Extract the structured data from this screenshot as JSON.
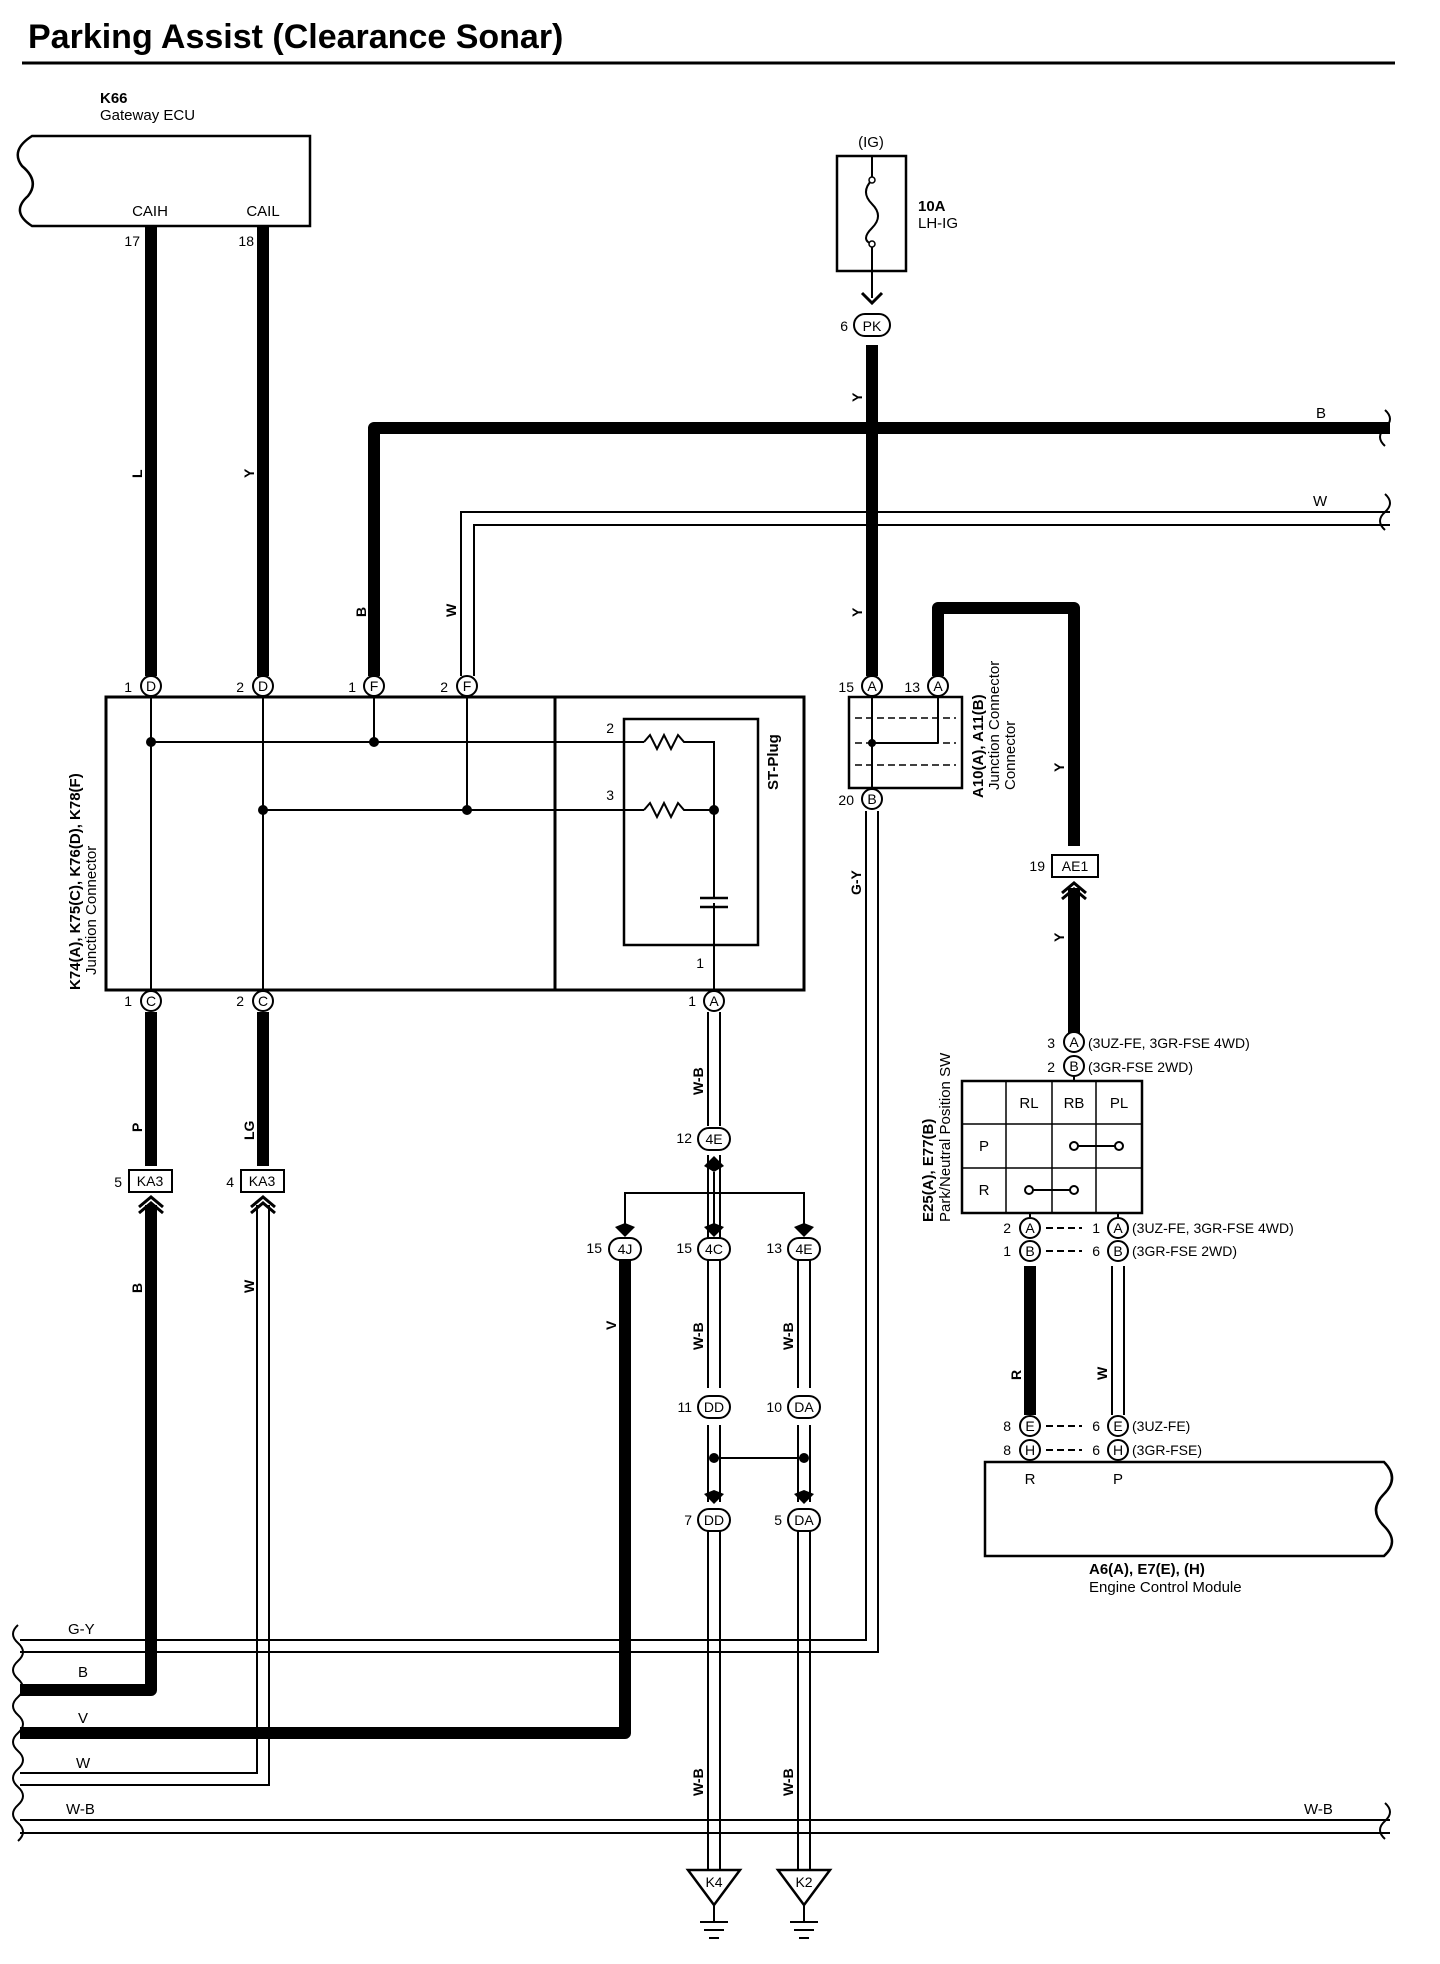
{
  "title": "Parking Assist (Clearance Sonar)",
  "gateway": {
    "code": "K66",
    "name": "Gateway ECU",
    "pin_caih": "CAIH",
    "pin_cail": "CAIL",
    "num_caih": "17",
    "num_cail": "18"
  },
  "fuse": {
    "label_ig": "(IG)",
    "rating": "10A",
    "name": "LH-IG",
    "pin_num": "6",
    "conn": "PK"
  },
  "junction_k": {
    "code": "K74(A), K75(C), K76(D), K78(F)",
    "name": "Junction Connector",
    "st_plug": "ST-Plug",
    "top_pins": [
      {
        "num": "1",
        "letter": "D"
      },
      {
        "num": "2",
        "letter": "D"
      },
      {
        "num": "1",
        "letter": "F"
      },
      {
        "num": "2",
        "letter": "F"
      }
    ],
    "bottom_pins": [
      {
        "num": "1",
        "letter": "C"
      },
      {
        "num": "2",
        "letter": "C"
      },
      {
        "num": "1",
        "letter": "A"
      }
    ],
    "inner_pins": [
      "2",
      "3",
      "1"
    ]
  },
  "junction_a": {
    "code": "A10(A), A11(B)",
    "name": "Junction Connector",
    "pins": [
      {
        "num": "15",
        "letter": "A"
      },
      {
        "num": "13",
        "letter": "A"
      },
      {
        "num": "20",
        "letter": "B"
      }
    ]
  },
  "wire_colors": {
    "L": "L",
    "Y": "Y",
    "B": "B",
    "W": "W",
    "GY": "G-Y",
    "P": "P",
    "LG": "LG",
    "WB": "W-B",
    "V": "V",
    "R": "R"
  },
  "connectors": {
    "ka3_a": {
      "num": "5",
      "name": "KA3"
    },
    "ka3_b": {
      "num": "4",
      "name": "KA3"
    },
    "c4e_top": {
      "num": "12",
      "name": "4E"
    },
    "c4j": {
      "num": "15",
      "name": "4J"
    },
    "c4c": {
      "num": "15",
      "name": "4C"
    },
    "c4e_b": {
      "num": "13",
      "name": "4E"
    },
    "cdd_a": {
      "num": "11",
      "name": "DD"
    },
    "cda_a": {
      "num": "10",
      "name": "DA"
    },
    "cdd_b": {
      "num": "7",
      "name": "DD"
    },
    "cda_b": {
      "num": "5",
      "name": "DA"
    },
    "ae1": {
      "num": "19",
      "name": "AE1"
    }
  },
  "grounds": [
    "K4",
    "K2"
  ],
  "pnp_switch": {
    "code": "E25(A), E77(B)",
    "name": "Park/Neutral Position SW",
    "cols": [
      "RL",
      "RB",
      "PL"
    ],
    "rows": [
      "P",
      "R"
    ],
    "pin_top_a": {
      "num": "3",
      "letter": "A",
      "note": "(3UZ-FE,  3GR-FSE 4WD)"
    },
    "pin_top_b": {
      "num": "2",
      "letter": "B",
      "note": "(3GR-FSE 2WD)"
    },
    "pin_bot_a": {
      "num": "2",
      "letter": "A",
      "num2": "1",
      "letter2": "A",
      "note": "(3UZ-FE,  3GR-FSE 4WD)"
    },
    "pin_bot_b": {
      "num": "1",
      "letter": "B",
      "num2": "6",
      "letter2": "B",
      "note": "(3GR-FSE 2WD)"
    }
  },
  "ecm": {
    "code": "A6(A), E7(E), (H)",
    "name": "Engine Control Module",
    "pin_r": "R",
    "pin_p": "P",
    "pin_e": {
      "num": "8",
      "letter": "E",
      "num2": "6",
      "letter2": "E",
      "note": "(3UZ-FE)"
    },
    "pin_h": {
      "num": "8",
      "letter": "H",
      "num2": "6",
      "letter2": "H",
      "note": "(3GR-FSE)"
    }
  },
  "bus_labels": {
    "gy": "G-Y",
    "b": "B",
    "v": "V",
    "w": "W",
    "wb_left": "W-B",
    "wb_right": "W-B",
    "b_top": "B",
    "w_top": "W"
  }
}
